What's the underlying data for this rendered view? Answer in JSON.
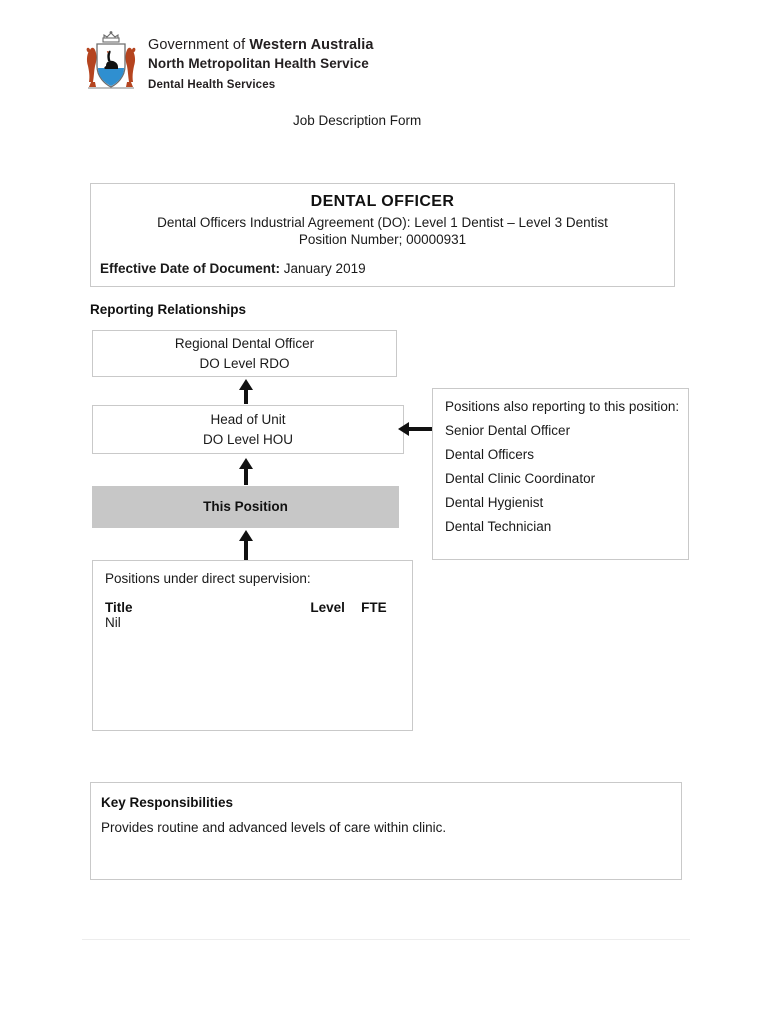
{
  "letterhead": {
    "crest_icon": "wa-coat-of-arms-icon",
    "line1_prefix": "Government of ",
    "line1_bold": "Western Australia",
    "line2": "North Metropolitan Health Service",
    "line3": "Dental Health Services"
  },
  "document": {
    "heading": "Job Description Form"
  },
  "title_block": {
    "position_title": "DENTAL OFFICER",
    "agreement": "Dental Officers Industrial Agreement (DO): Level 1 Dentist – Level 3 Dentist",
    "position_number": "Position Number; 00000931",
    "effective_label": "Effective Date of Document:",
    "effective_value": " January 2019"
  },
  "reporting": {
    "section_heading": "Reporting Relationships",
    "boxes": [
      {
        "line1": "Regional Dental Officer",
        "line2": "DO Level RDO"
      },
      {
        "line1": "Head of Unit",
        "line2": "DO Level HOU"
      },
      {
        "line1": "This Position",
        "line2": ""
      }
    ],
    "also_reporting": {
      "intro": "Positions also reporting to this position:",
      "items": [
        "Senior Dental Officer",
        "Dental Officers",
        "Dental Clinic Coordinator",
        "Dental Hygienist",
        "Dental Technician"
      ]
    },
    "supervision": {
      "intro": "Positions under direct supervision:",
      "columns": [
        "Title",
        "Level",
        "FTE"
      ],
      "rows": [
        {
          "title": "Nil",
          "level": "",
          "fte": ""
        }
      ]
    }
  },
  "key_responsibilities": {
    "heading": "Key Responsibilities",
    "body": "Provides routine and advanced levels of care within clinic."
  },
  "colors": {
    "this_position_fill": "#c7c7c7",
    "panel_border": "#c9c9c9",
    "arrow": "#111111",
    "crest_red": "#b5441f",
    "crest_blue": "#2f8fd0",
    "footer_rule": "#ededed"
  }
}
